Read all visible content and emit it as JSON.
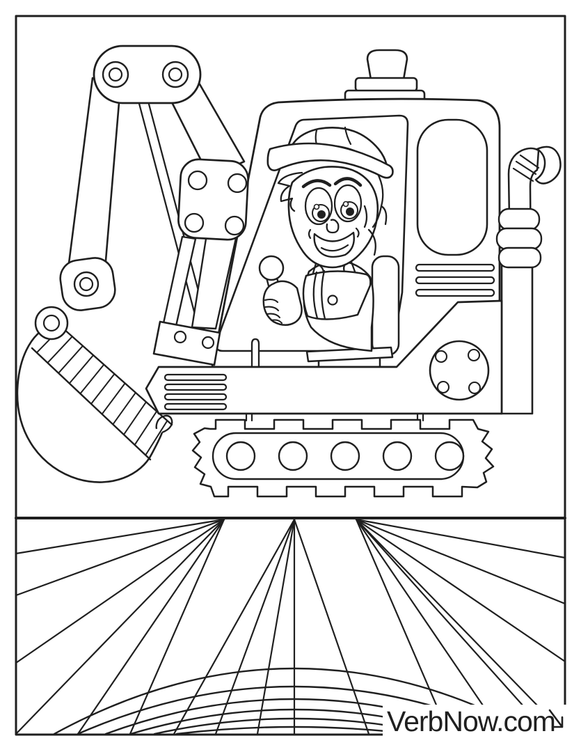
{
  "footer": {
    "brand": "VerbNow.com"
  },
  "colors": {
    "paper": "#ffffff",
    "ink": "#1f1f1f"
  },
  "scene": {
    "description": "Line-art coloring page: cartoon boy driving an excavator above a perspective ground grid",
    "parts": [
      "boom-arm",
      "bucket",
      "cab",
      "warning-beacon",
      "driver-boy",
      "joystick-lever",
      "engine-panel",
      "vent-slats",
      "turret-plate",
      "exhaust-pipe",
      "crawler-track",
      "road-wheels",
      "horizon-line",
      "perspective-rays",
      "ground-arcs"
    ]
  }
}
